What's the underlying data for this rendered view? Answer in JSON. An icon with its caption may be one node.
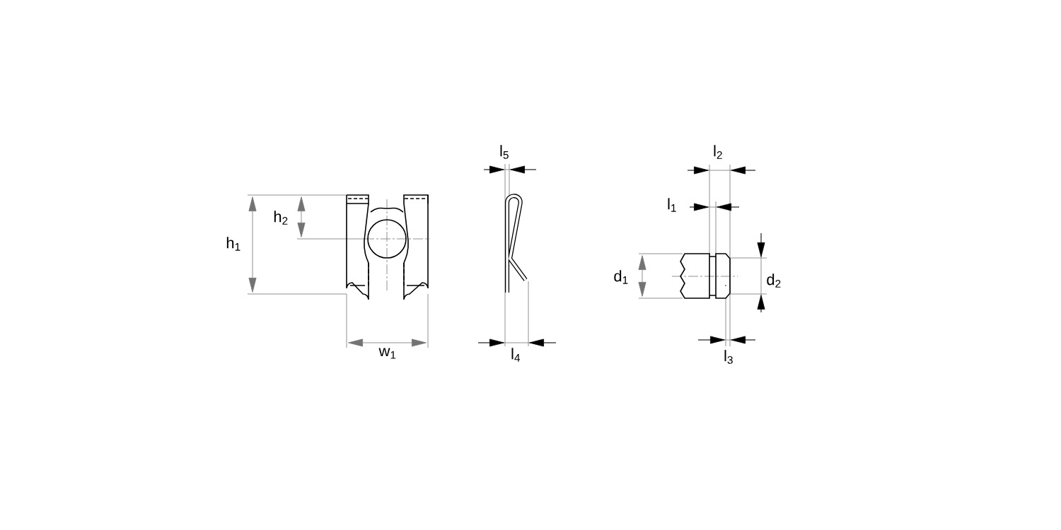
{
  "diagram": {
    "labels": [
      "l$_{5}$",
      "l$_{2}$",
      "h$_{2}$",
      "l$_{1}$",
      "h$_{1}$",
      "d$_{1}$",
      "d$_{2}$",
      "w$_{1}$",
      "l$_{4}$",
      "l$_{3}$"
    ]
  }
}
